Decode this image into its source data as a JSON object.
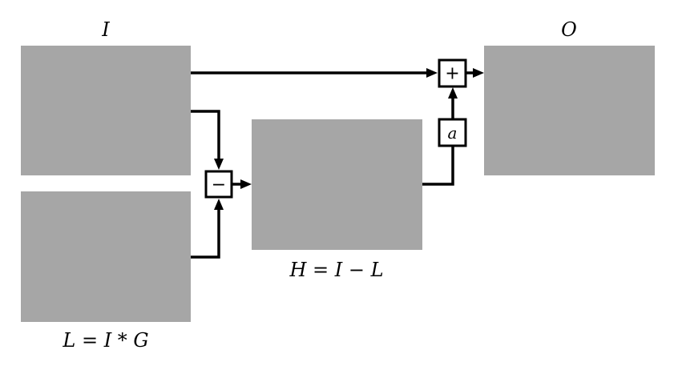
{
  "labels": {
    "input": "I",
    "output": "O",
    "lowpass": "L = I * G",
    "highpass": "H = I − L"
  },
  "operators": {
    "add": "+",
    "subtract": "−",
    "gain": "a"
  },
  "colors": {
    "image_block": "#a6a6a6",
    "line": "#000000",
    "background": "#ffffff"
  }
}
